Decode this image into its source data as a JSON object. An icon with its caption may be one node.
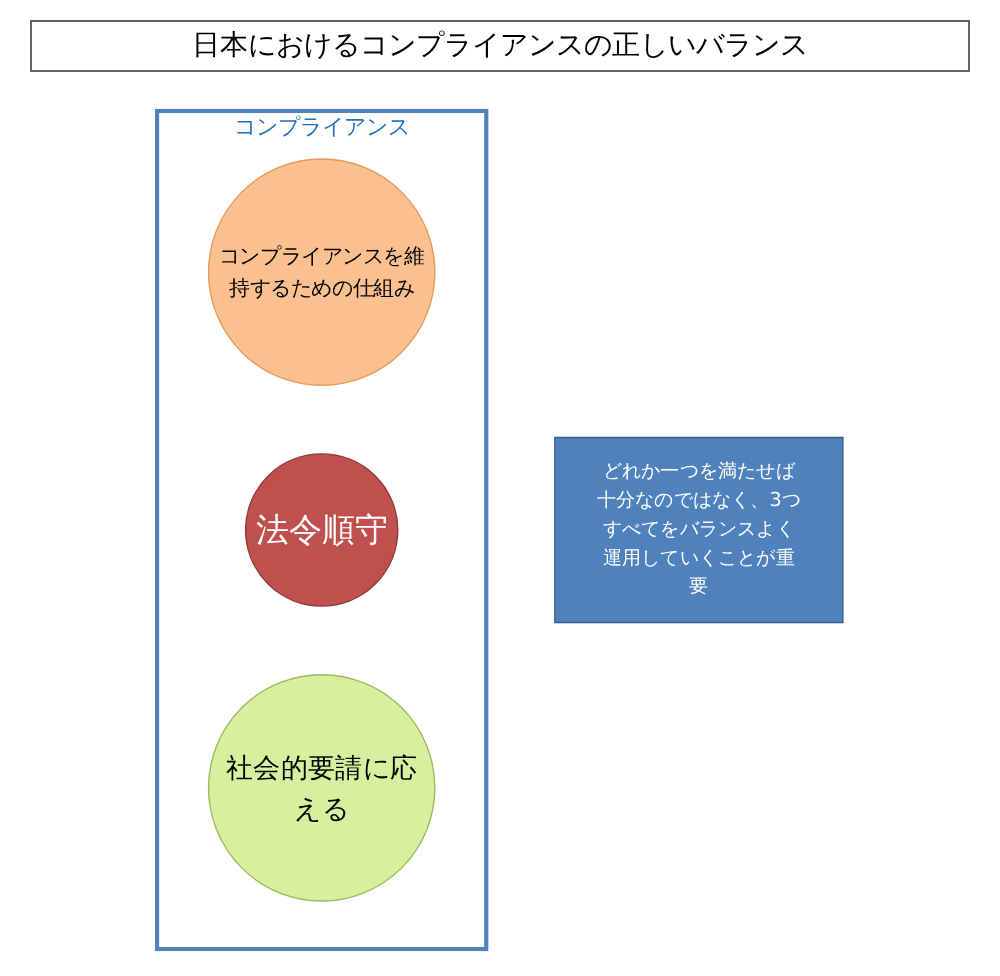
{
  "diagram": {
    "title": "日本におけるコンプライアンスの正しいバランス",
    "nodes": [
      {
        "text": [
          "コンプライアンス"
        ]
      },
      {
        "text": [
          "コンプライアンスを維持するための仕組み"
        ],
        "in": 0
      },
      {
        "text": [
          "法令順守"
        ],
        "in": 0
      },
      {
        "text": [
          "社会的要請に応える"
        ],
        "in": 0
      },
      {
        "text": [
          "どれか一つを満たせば十分なのではなく、3つすべてをバランスよく運用していくことが重要"
        ]
      }
    ],
    "edges": []
  }
}
